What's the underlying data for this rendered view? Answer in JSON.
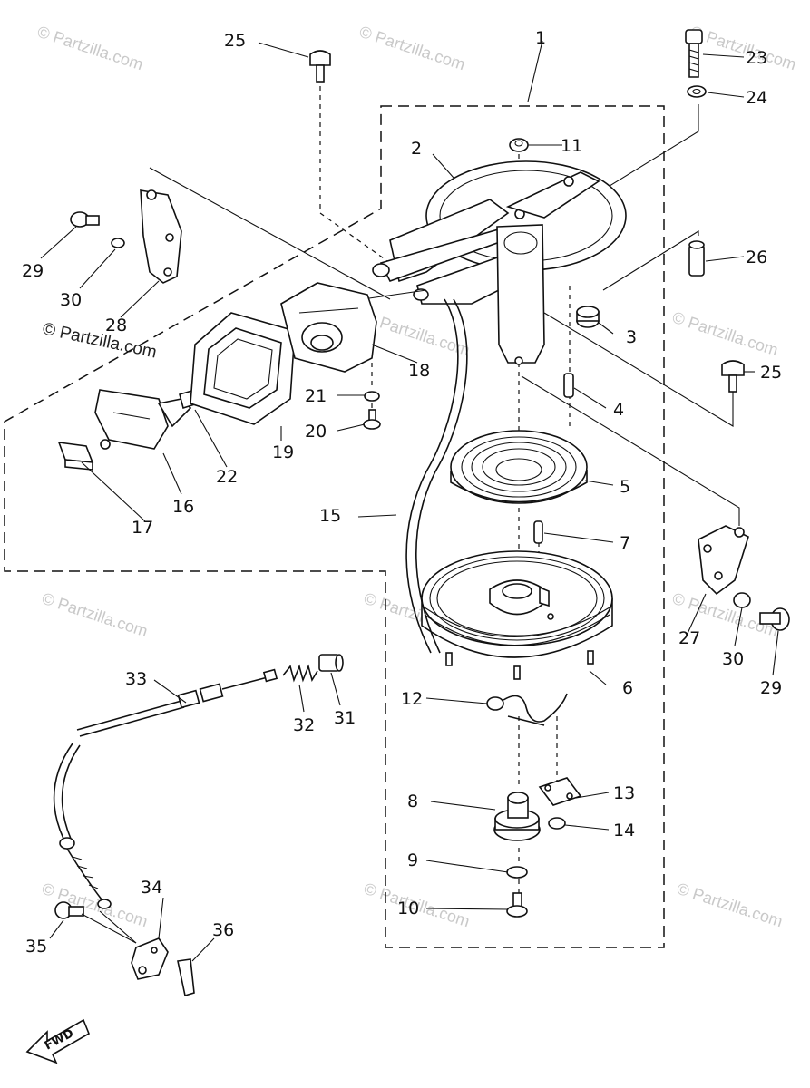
{
  "watermark": "© Partzilla.com",
  "fwd_label": "FWD",
  "callouts": [
    "1",
    "2",
    "3",
    "4",
    "5",
    "6",
    "7",
    "8",
    "9",
    "10",
    "11",
    "12",
    "13",
    "14",
    "15",
    "16",
    "17",
    "18",
    "19",
    "20",
    "21",
    "22",
    "23",
    "24",
    "25",
    "25",
    "26",
    "27",
    "28",
    "29",
    "29",
    "30",
    "30",
    "31",
    "32",
    "33",
    "34",
    "35",
    "36"
  ]
}
